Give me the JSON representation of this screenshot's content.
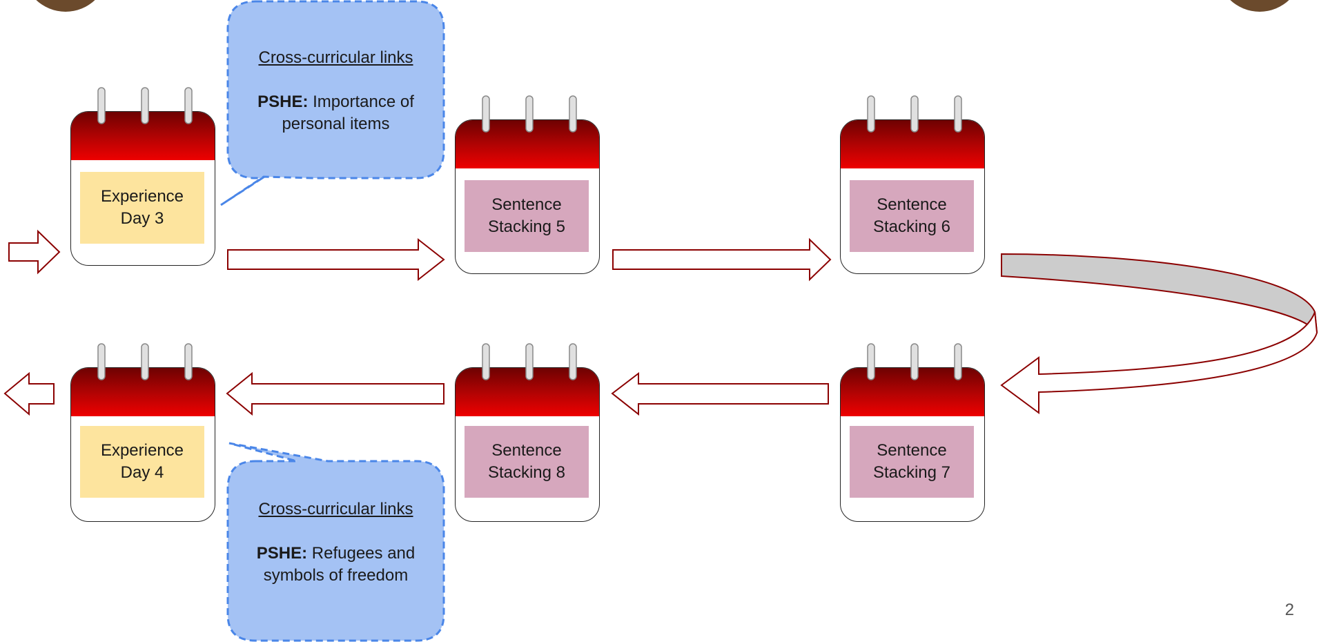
{
  "calendars": [
    {
      "id": "exp3",
      "line1": "Experience",
      "line2": "Day 3",
      "kind": "exp"
    },
    {
      "id": "ss5",
      "line1": "Sentence",
      "line2": "Stacking 5",
      "kind": "sent"
    },
    {
      "id": "ss6",
      "line1": "Sentence",
      "line2": "Stacking 6",
      "kind": "sent"
    },
    {
      "id": "exp4",
      "line1": "Experience",
      "line2": "Day 4",
      "kind": "exp"
    },
    {
      "id": "ss8",
      "line1": "Sentence",
      "line2": "Stacking 8",
      "kind": "sent"
    },
    {
      "id": "ss7",
      "line1": "Sentence",
      "line2": "Stacking 7",
      "kind": "sent"
    }
  ],
  "callouts": {
    "top": {
      "heading": "Cross-curricular links",
      "subject": "PSHE:",
      "text": "Importance of personal items"
    },
    "bottom": {
      "heading": "Cross-curricular links",
      "subject": "PSHE:",
      "text": "Refugees and symbols of freedom"
    }
  },
  "page_number": "2",
  "colors": {
    "arrow_outline": "#8b0000",
    "callout_fill": "#a4c2f4",
    "callout_border": "#4a86e8",
    "experience_note": "#fde49e",
    "sentence_note": "#d6a7bd",
    "curved_arrow_fill": "#cccccc"
  }
}
